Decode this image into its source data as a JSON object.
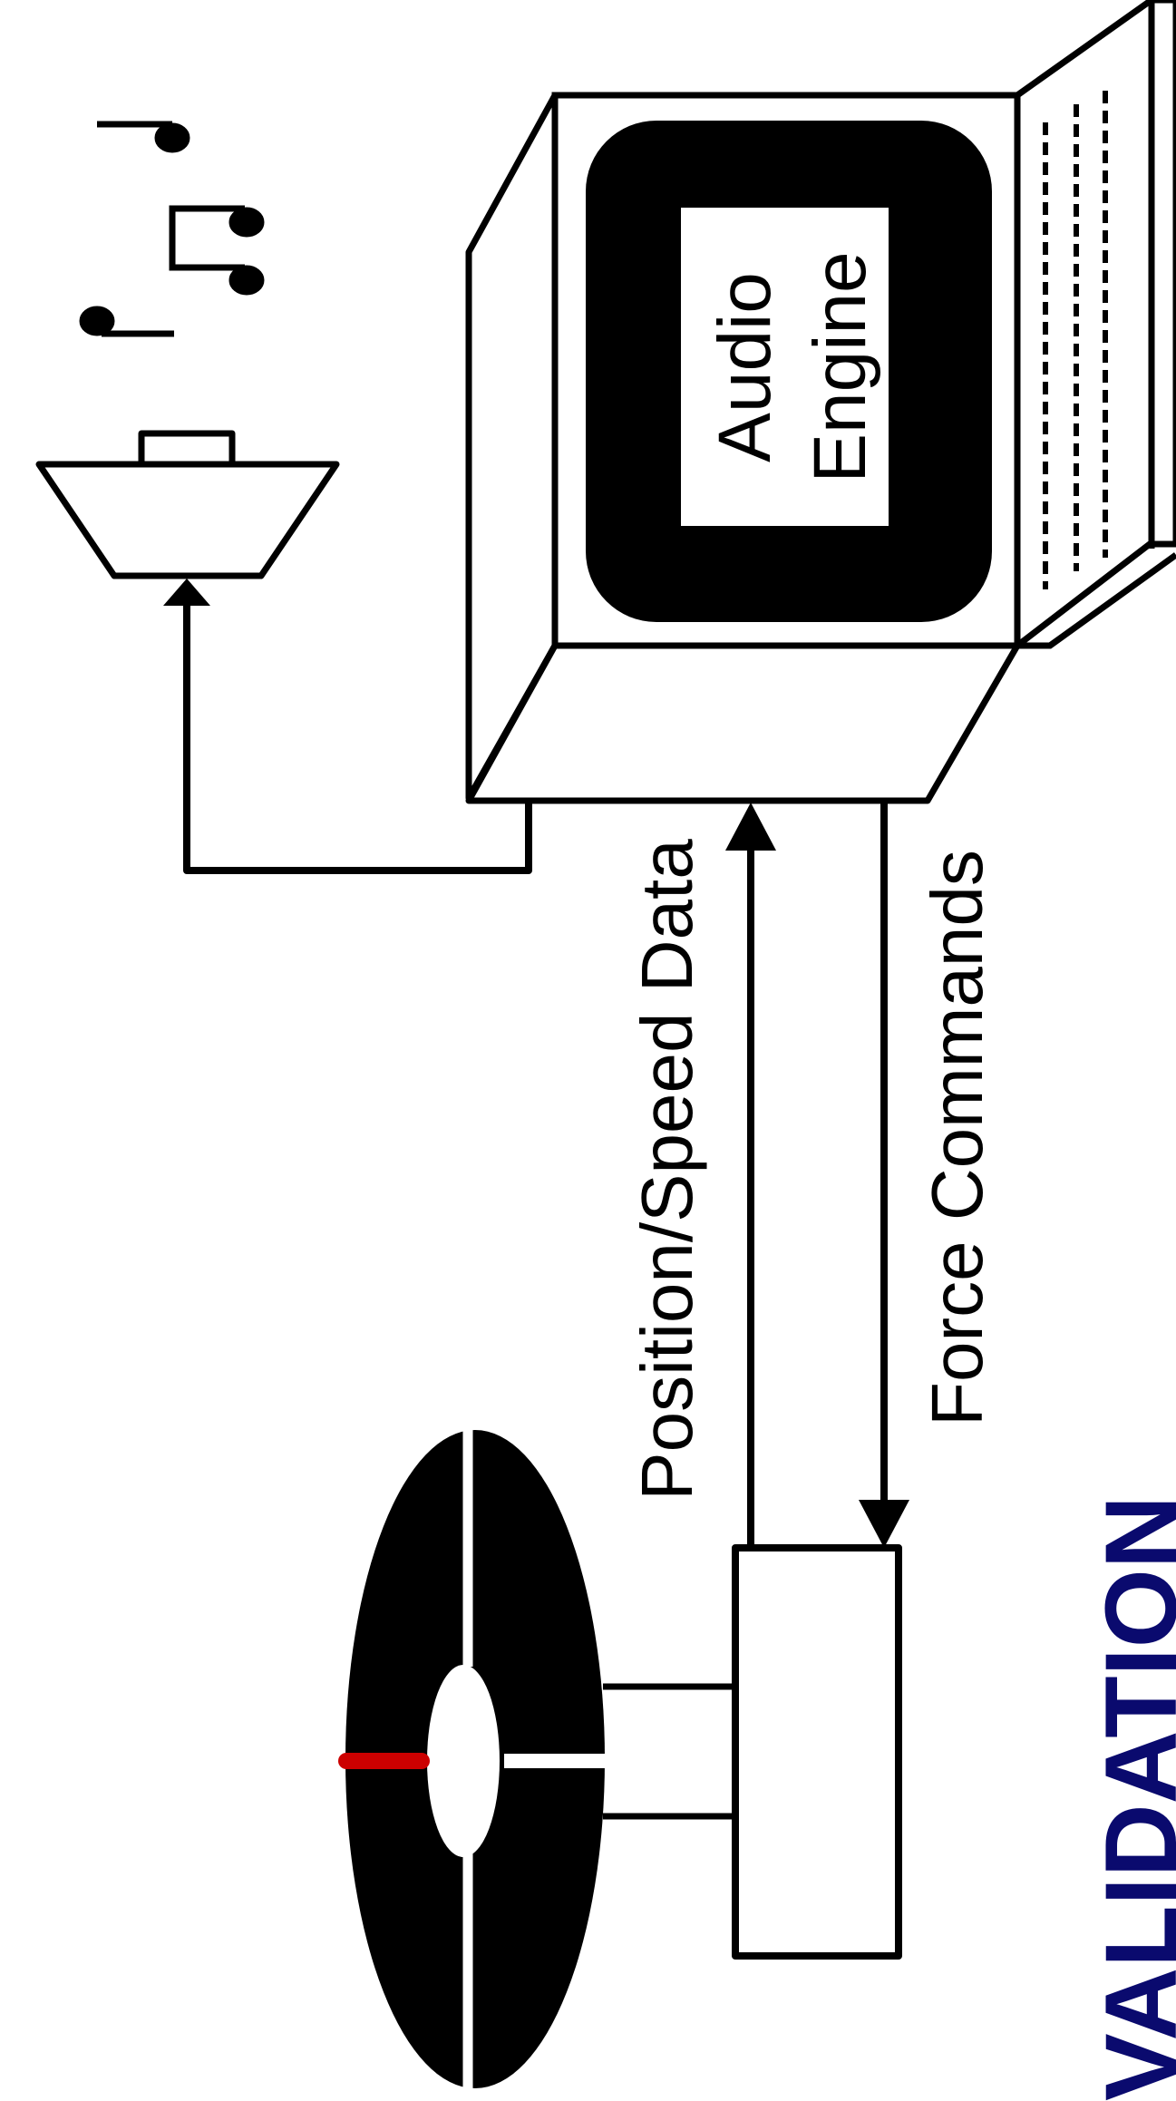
{
  "diagram": {
    "screen_label_line1": "Audio",
    "screen_label_line2": "Engine",
    "arrow_up_label": "Position/Speed Data",
    "arrow_down_label": "Force Commands",
    "section_title": "VALIDATION"
  },
  "colors": {
    "ink": "#000000",
    "background": "#ffffff",
    "marker": "#cc0000",
    "title": "#0a0a6e"
  },
  "icons": [
    "speaker-icon",
    "music-notes-icon",
    "computer-icon",
    "record-disc-icon",
    "motor-device-icon"
  ]
}
